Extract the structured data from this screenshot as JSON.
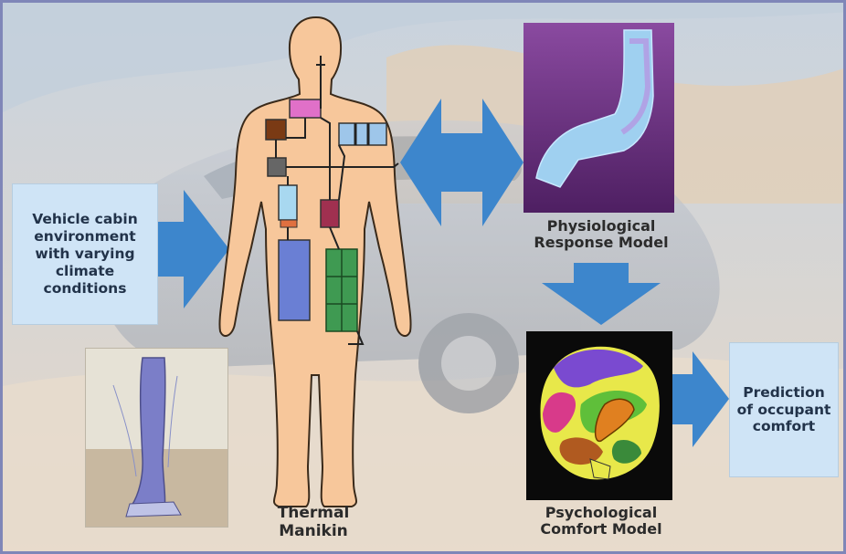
{
  "labels": {
    "vehicle_env": "Vehicle cabin environment with varying climate conditions",
    "thermal_manikin_1": "Thermal",
    "thermal_manikin_2": "Manikin",
    "physio_1": "Physiological",
    "physio_2": "Response Model",
    "psych_1": "Psychological",
    "psych_2": "Comfort Model",
    "prediction": "Prediction of occupant comfort"
  },
  "colors": {
    "arrow": "#3d86cc",
    "skin": "#f7c79b",
    "box_fill": "#cfe4f6",
    "frame": "#7f86b8"
  },
  "icons": {
    "manikin": "human-body-figure",
    "leg": "manikin-leg-photo",
    "physio": "physiological-model-render",
    "psych": "brain-scan-image",
    "car": "car-background"
  }
}
